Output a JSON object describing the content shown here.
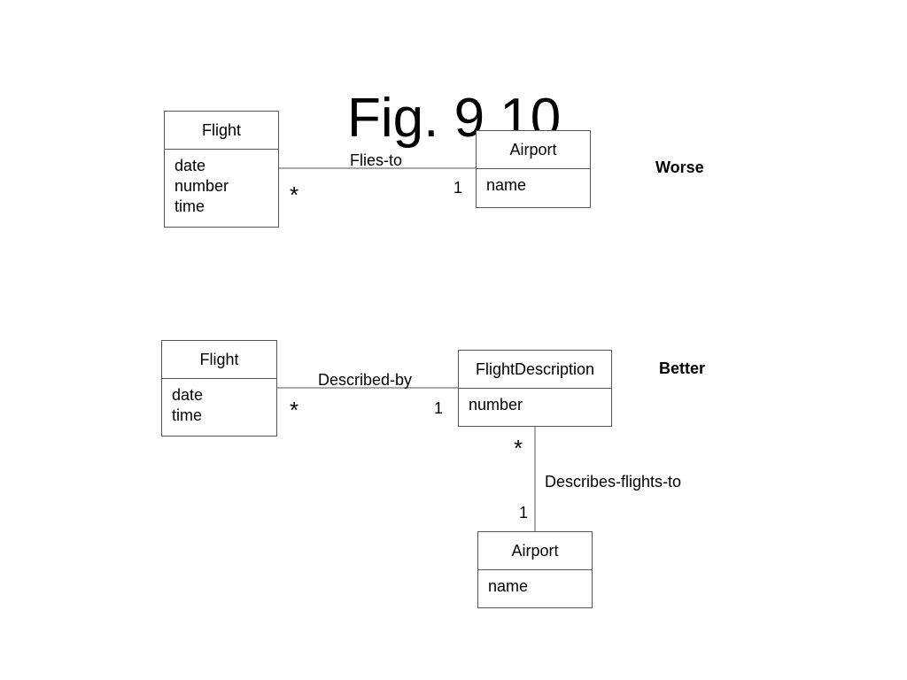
{
  "title": "Fig. 9.10",
  "worse": {
    "tag": "Worse",
    "flight": {
      "name": "Flight",
      "attributes": [
        "date",
        "number",
        "time"
      ]
    },
    "airport": {
      "name": "Airport",
      "attributes": [
        "name"
      ]
    },
    "association": {
      "name": "Flies-to",
      "flight_multiplicity": "*",
      "airport_multiplicity": "1"
    }
  },
  "better": {
    "tag": "Better",
    "flight": {
      "name": "Flight",
      "attributes": [
        "date",
        "time"
      ]
    },
    "flight_description": {
      "name": "FlightDescription",
      "attributes": [
        "number"
      ]
    },
    "airport": {
      "name": "Airport",
      "attributes": [
        "name"
      ]
    },
    "association_described_by": {
      "name": "Described-by",
      "flight_multiplicity": "*",
      "description_multiplicity": "1"
    },
    "association_describes_flights_to": {
      "name": "Describes-flights-to",
      "description_multiplicity": "*",
      "airport_multiplicity": "1"
    }
  }
}
